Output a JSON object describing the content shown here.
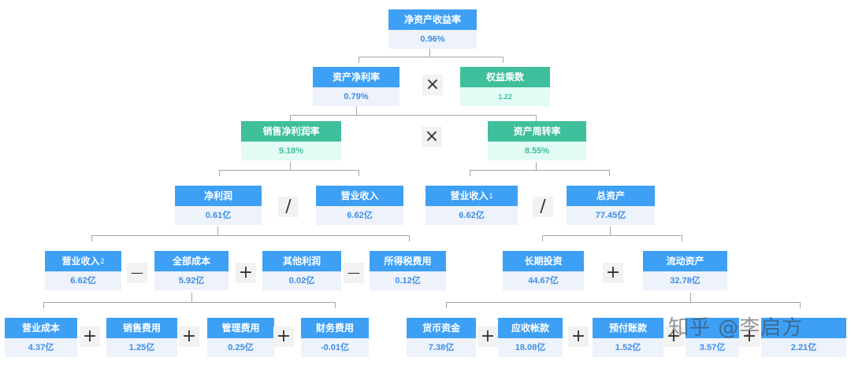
{
  "nodes": {
    "roe": {
      "label": "净资产收益率",
      "value": "0.96%"
    },
    "roa": {
      "label": "资产净利率",
      "value": "0.79%"
    },
    "multiplier": {
      "label": "权益乘数",
      "value": "1.22"
    },
    "net_margin": {
      "label": "销售净利润率",
      "value": "9.18%"
    },
    "turnover": {
      "label": "资产周转率",
      "value": "8.55%"
    },
    "net_profit": {
      "label": "净利润",
      "value": "0.61亿"
    },
    "revenue_a": {
      "label": "营业收入",
      "value": "6.62亿"
    },
    "revenue_b": {
      "label": "营业收入",
      "sup": "1",
      "value": "6.62亿"
    },
    "total_assets": {
      "label": "总资产",
      "value": "77.45亿"
    },
    "revenue_c": {
      "label": "营业收入",
      "sup": "2",
      "value": "6.62亿"
    },
    "total_cost": {
      "label": "全部成本",
      "value": "5.92亿"
    },
    "other_profit": {
      "label": "其他利润",
      "value": "0.02亿"
    },
    "income_tax": {
      "label": "所得税费用",
      "value": "0.12亿"
    },
    "long_invest": {
      "label": "长期投资",
      "value": "44.67亿"
    },
    "current_assets": {
      "label": "流动资产",
      "value": "32.78亿"
    },
    "op_cost": {
      "label": "营业成本",
      "value": "4.37亿"
    },
    "sales_exp": {
      "label": "销售费用",
      "value": "1.25亿"
    },
    "admin_exp": {
      "label": "管理费用",
      "value": "0.25亿"
    },
    "fin_exp": {
      "label": "财务费用",
      "value": "-0.01亿"
    },
    "cash": {
      "label": "货币资金",
      "value": "7.38亿"
    },
    "receivable": {
      "label": "应收帐款",
      "value": "18.08亿"
    },
    "prepaid": {
      "label": "预付账款",
      "value": "1.52亿"
    },
    "hidden_a": {
      "label": "",
      "value": "3.57亿"
    },
    "hidden_b": {
      "label": "",
      "value": "2.21亿"
    }
  },
  "operators": {
    "times": "×",
    "divide": "∕",
    "minus": "—",
    "plus": "+"
  },
  "watermark": "知乎 @李启方",
  "colors": {
    "blue": "#3ea0f5",
    "green": "#3fbf9b",
    "connector": "#a6a6a6"
  }
}
